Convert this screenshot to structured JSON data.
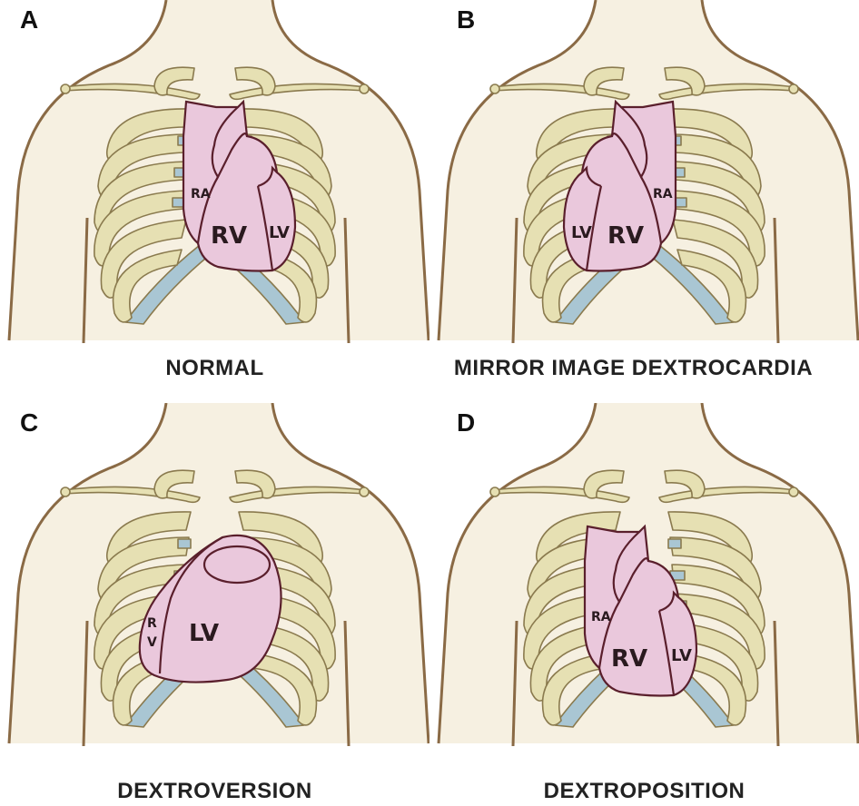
{
  "panels": [
    {
      "letter": "A",
      "caption": "NORMAL",
      "labels": {
        "ra": "RA",
        "rv": "RV",
        "lv": "LV"
      }
    },
    {
      "letter": "B",
      "caption": "MIRROR IMAGE DEXTROCARDIA",
      "labels": {
        "ra": "RA",
        "rv": "RV",
        "lv": "LV"
      }
    },
    {
      "letter": "C",
      "caption": "DEXTROVERSION",
      "labels": {
        "r": "R",
        "v": "V",
        "lv": "LV"
      }
    },
    {
      "letter": "D",
      "caption": "DEXTROPOSITION",
      "labels": {
        "ra": "RA",
        "rv": "RV",
        "lv": "LV"
      }
    }
  ],
  "colors": {
    "skin": "#f6f0e1",
    "outline": "#8a6a45",
    "bone": "#e6e0b3",
    "cartilage": "#a9c6d3",
    "heart": "#eac8dc",
    "heart_outline": "#5a1f2c"
  }
}
